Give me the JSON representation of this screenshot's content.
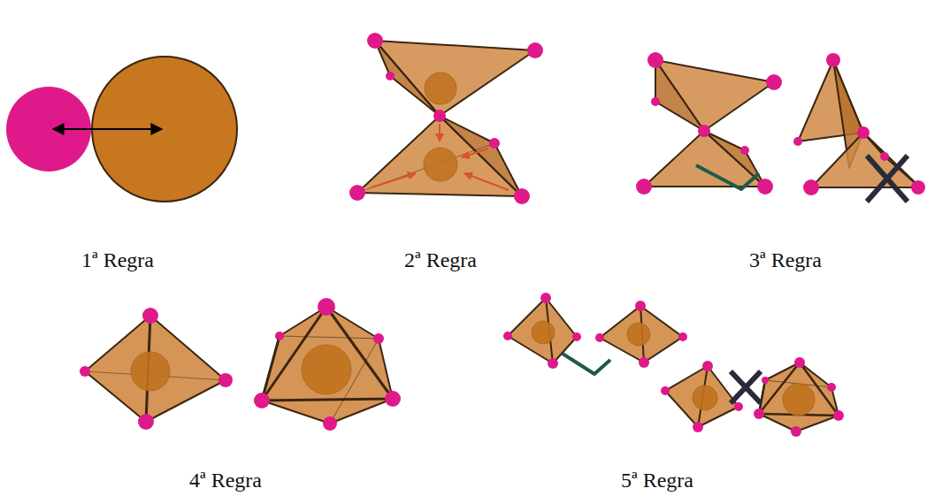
{
  "diagram": {
    "labels": [
      "1ª Regra",
      "2ª Regra",
      "3ª Regra",
      "4ª Regra",
      "5ª Regra"
    ]
  }
}
